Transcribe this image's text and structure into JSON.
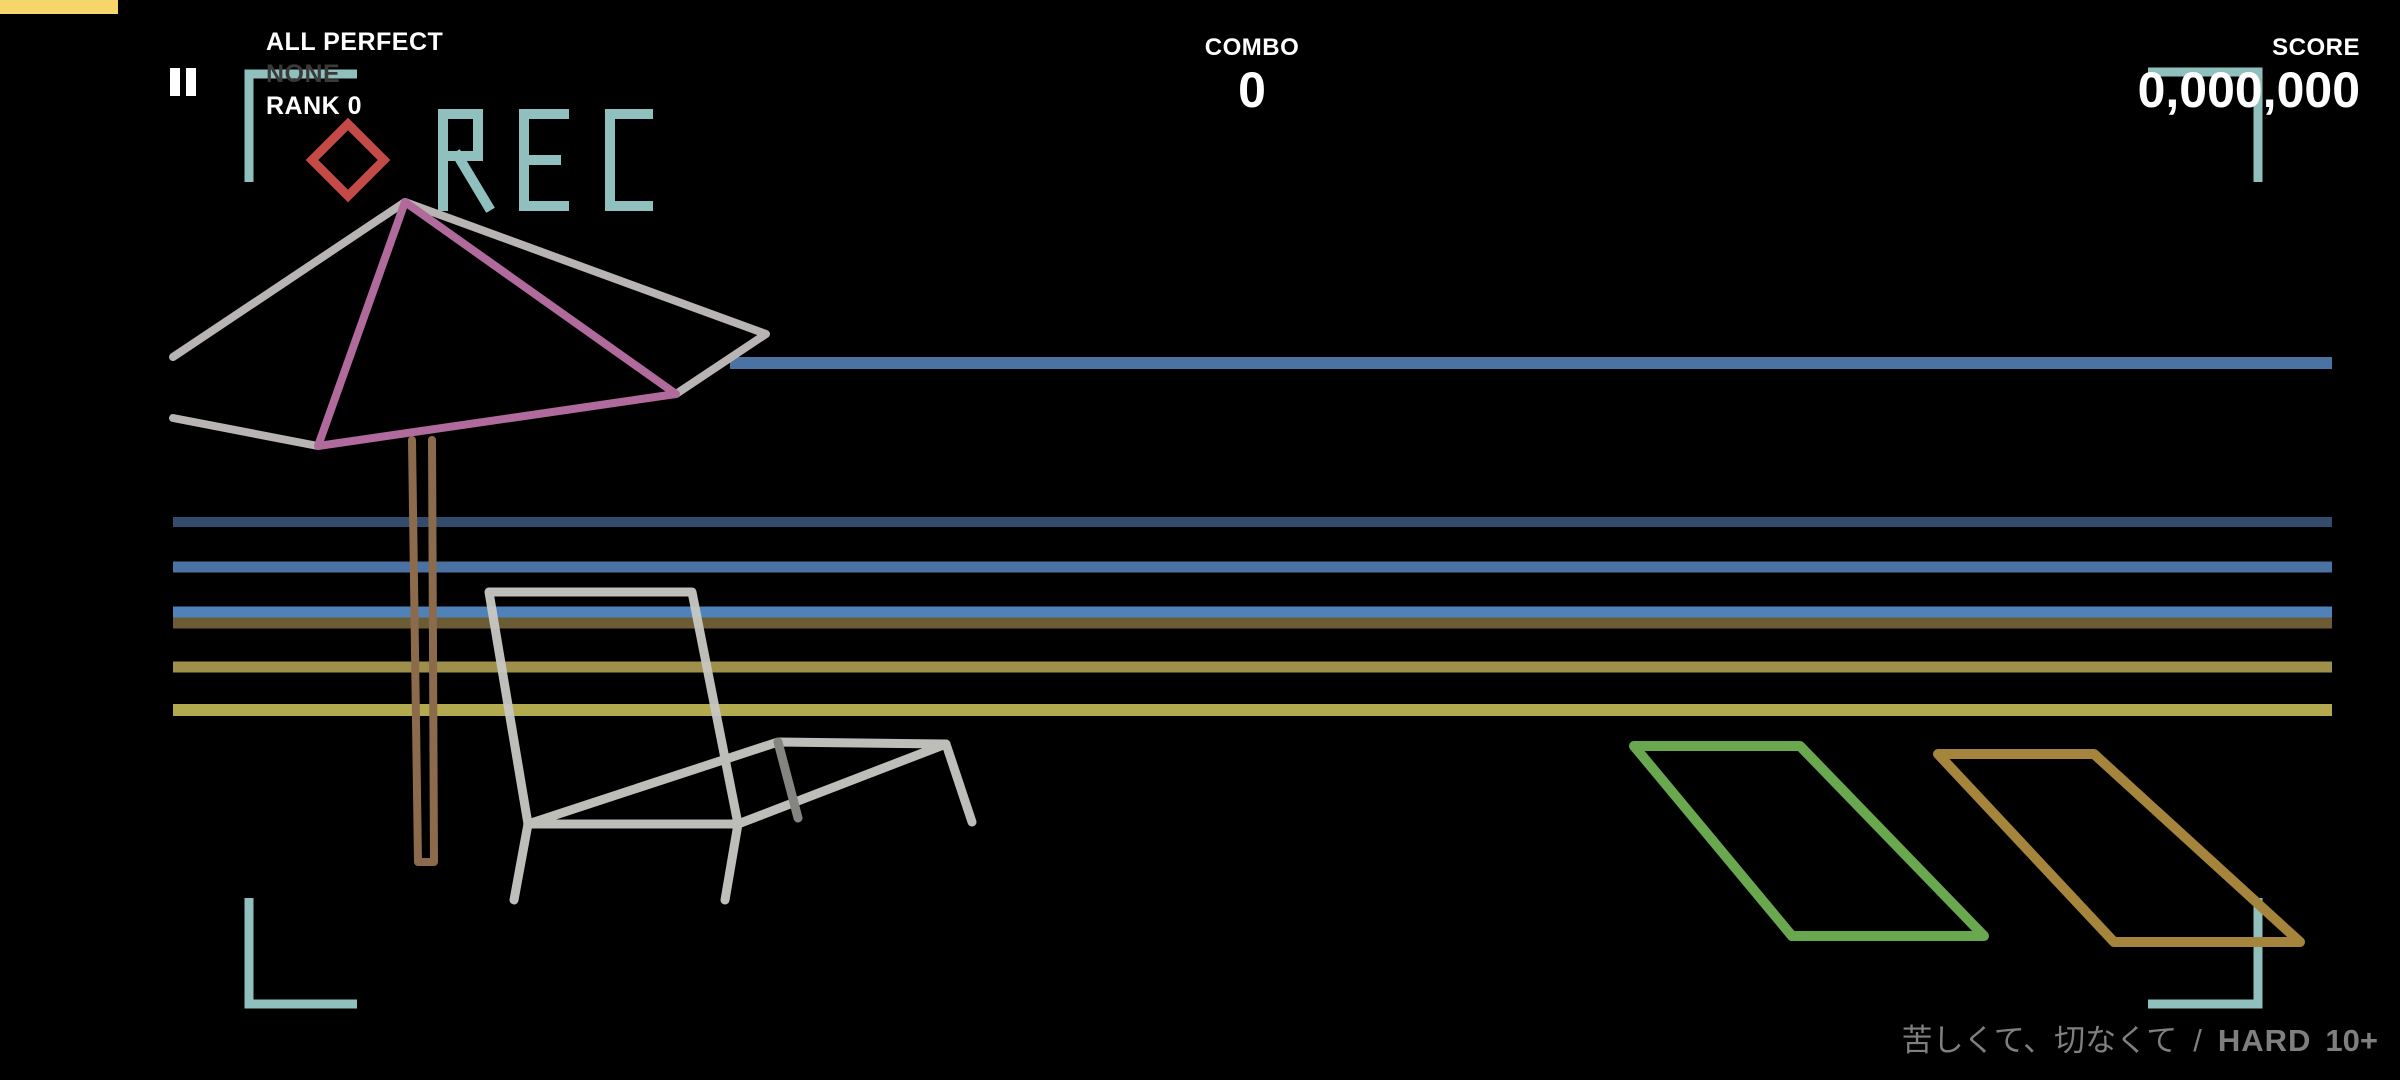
{
  "hud": {
    "status_primary": "ALL PERFECT",
    "status_secondary": "NONE",
    "rank_label": "RANK 0",
    "combo_label": "COMBO",
    "combo_value": "0",
    "score_label": "SCORE",
    "score_value": "0,000,000",
    "progress_fraction": 0.049
  },
  "song": {
    "title": "苦しくて、切なくて",
    "separator": "/",
    "difficulty": "HARD",
    "level": "10+"
  },
  "scene": {
    "rec_text": "REC",
    "colors": {
      "progress": "#f6d66b",
      "frame": "#8fc0bd",
      "rec_text": "#8fc0bd",
      "rec_dot": "#c44a48",
      "umbrella_outer": "#b8b4b4",
      "umbrella_ribs": "#b06a9c",
      "umbrella_pole": "#8b6b4c",
      "chair": "#c8c8c4",
      "judge_line_blue": "#4a73a3",
      "judge_line_navy": "#334c6e",
      "judge_line_olive": "#6b5c35",
      "judge_line_gold": "#9e8f4a",
      "judge_line_yellow": "#b3a94f",
      "towel_green": "#6aa84f",
      "towel_gold": "#a5843c"
    }
  }
}
